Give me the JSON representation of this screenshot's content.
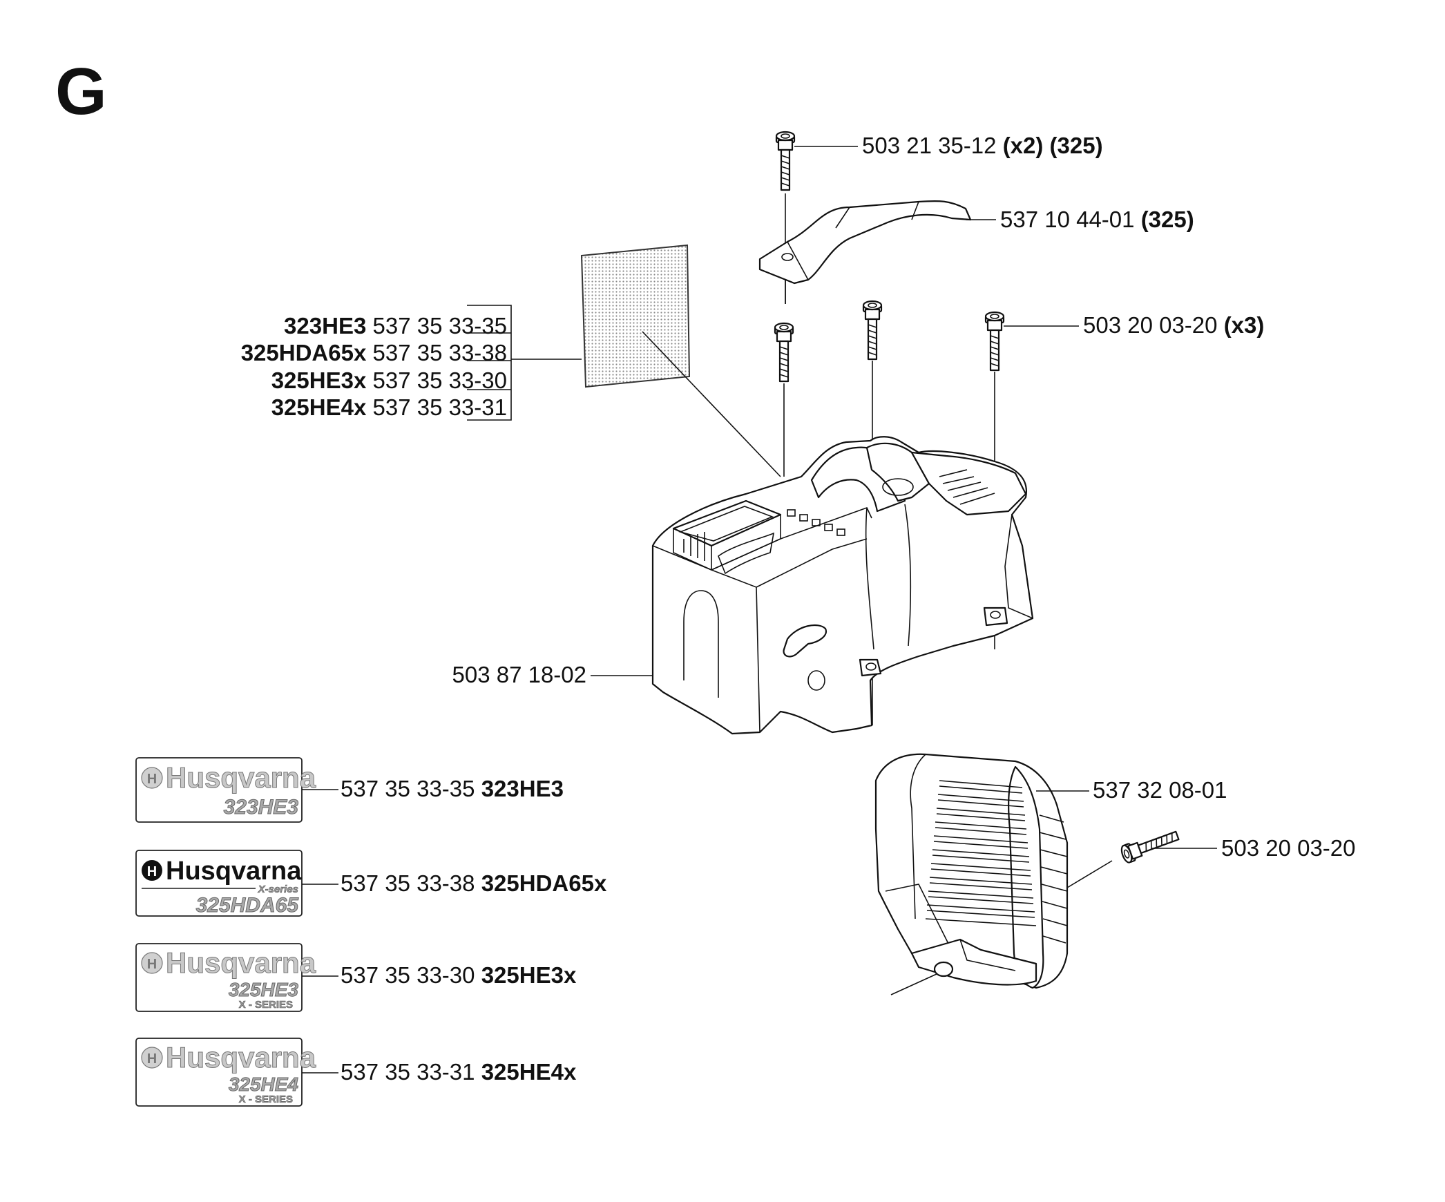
{
  "page_letter": "G",
  "callouts": {
    "screw_top": {
      "number": "503 21 35-12",
      "note": "(x2) (325)"
    },
    "top_bracket": {
      "number": "537 10 44-01",
      "note": "(325)"
    },
    "screws_three": {
      "number": "503 20 03-20",
      "note": "(x3)"
    },
    "cover": {
      "number": "503 87 18-02"
    },
    "side_cover": {
      "number": "537 32 08-01"
    },
    "screw_side": {
      "number": "503 20 03-20"
    }
  },
  "label_table": [
    {
      "model": "323HE3",
      "number": "537 35 33-35"
    },
    {
      "model": "325HDA65x",
      "number": "537 35 33-38"
    },
    {
      "model": "325HE3x",
      "number": "537 35 33-30"
    },
    {
      "model": "325HE4x",
      "number": "537 35 33-31"
    }
  ],
  "decals": [
    {
      "brand": "Husqvarna",
      "model_text": "323HE3",
      "series_text": "",
      "number": "537 35 33-35",
      "model": "323HE3",
      "style": "gray"
    },
    {
      "brand": "Husqvarna",
      "model_text": "325HDA65",
      "series_text": "X-series",
      "number": "537 35 33-38",
      "model": "325HDA65x",
      "style": "black"
    },
    {
      "brand": "Husqvarna",
      "model_text": "325HE3",
      "series_text": "X - SERIES",
      "number": "537 35 33-30",
      "model": "325HE3x",
      "style": "gray"
    },
    {
      "brand": "Husqvarna",
      "model_text": "325HE4",
      "series_text": "X - SERIES",
      "number": "537 35 33-31",
      "model": "325HE4x",
      "style": "gray"
    }
  ]
}
